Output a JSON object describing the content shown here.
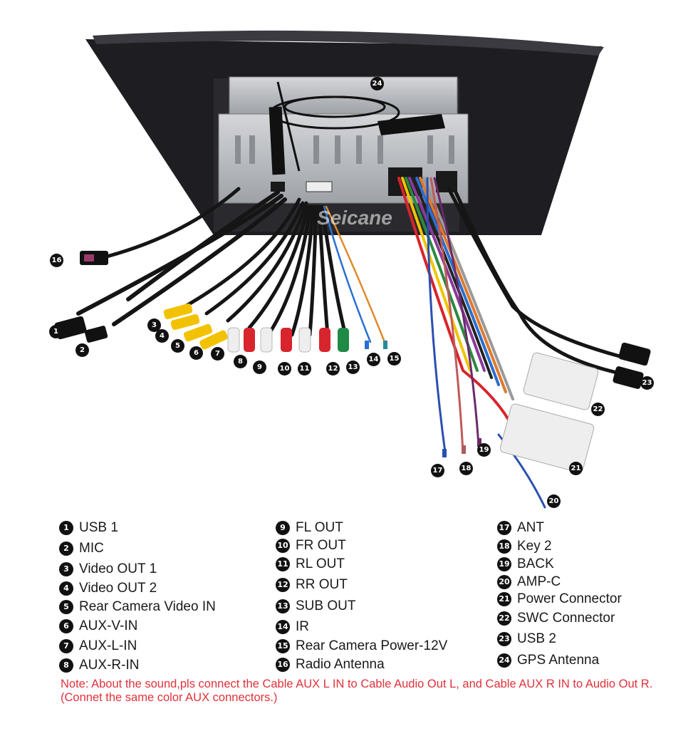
{
  "markers": {
    "m1": "1",
    "m2": "2",
    "m3": "3",
    "m4": "4",
    "m5": "5",
    "m6": "6",
    "m7": "7",
    "m8": "8",
    "m9": "9",
    "m10": "10",
    "m11": "11",
    "m12": "12",
    "m13": "13",
    "m14": "14",
    "m15": "15",
    "m16": "16",
    "m17": "17",
    "m18": "18",
    "m19": "19",
    "m20": "20",
    "m21": "21",
    "m22": "22",
    "m23": "23",
    "m24": "24"
  },
  "watermark": "Seicane",
  "legend": [
    {
      "num": "1",
      "label": "USB 1"
    },
    {
      "num": "2",
      "label": "MIC"
    },
    {
      "num": "3",
      "label": "Video OUT 1"
    },
    {
      "num": "4",
      "label": "Video OUT 2"
    },
    {
      "num": "5",
      "label": "Rear Camera Video IN"
    },
    {
      "num": "6",
      "label": "AUX-V-IN"
    },
    {
      "num": "7",
      "label": "AUX-L-IN"
    },
    {
      "num": "8",
      "label": "AUX-R-IN"
    },
    {
      "num": "9",
      "label": "FL OUT"
    },
    {
      "num": "10",
      "label": "FR OUT"
    },
    {
      "num": "11",
      "label": "RL OUT"
    },
    {
      "num": "12",
      "label": "RR OUT"
    },
    {
      "num": "13",
      "label": "SUB OUT"
    },
    {
      "num": "14",
      "label": "IR"
    },
    {
      "num": "15",
      "label": "Rear Camera Power-12V"
    },
    {
      "num": "16",
      "label": "Radio Antenna"
    },
    {
      "num": "17",
      "label": "ANT"
    },
    {
      "num": "18",
      "label": "Key 2"
    },
    {
      "num": "19",
      "label": "BACK"
    },
    {
      "num": "20",
      "label": "AMP-C"
    },
    {
      "num": "21",
      "label": "Power Connector"
    },
    {
      "num": "22",
      "label": "SWC Connector"
    },
    {
      "num": "23",
      "label": "USB 2"
    },
    {
      "num": "24",
      "label": "GPS Antenna"
    }
  ],
  "note": "Note: About the sound,pls connect the Cable AUX L IN to Cable Audio Out L, and Cable AUX R IN to Audio Out R.(Connet the same color AUX connectors.)",
  "colors": {
    "note": "#e0313a",
    "rca_yellow": "#f2c200",
    "rca_red": "#d8242c",
    "rca_white": "#eeeeee",
    "rca_green": "#1f8a45",
    "frame": "#2c2c30",
    "chassis": "#b9bcc0"
  }
}
